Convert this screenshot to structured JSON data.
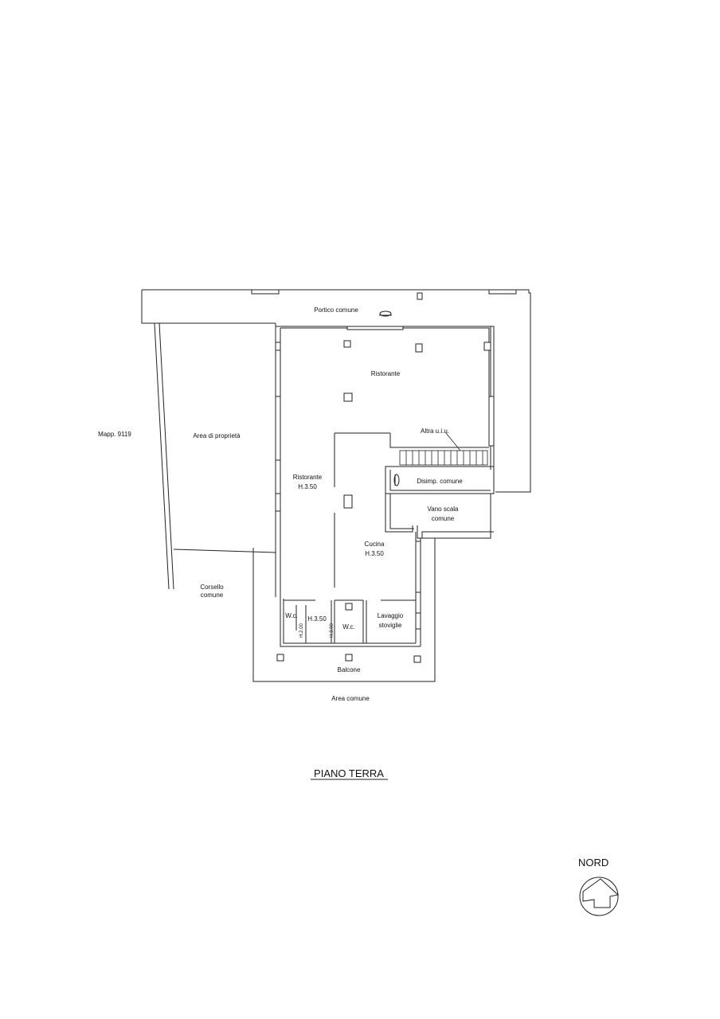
{
  "labels": {
    "portico": "Portico comune",
    "ristorante_top": "Ristorante",
    "mapp": "Mapp. 9119",
    "area_proprieta": "Area di proprietà",
    "altra_uiu": "Altra u.i.u.",
    "disimp": "Disimp. comune",
    "ristorante_left": "Ristorante",
    "h350_left": "H.3.50",
    "vano_scala_1": "Vano scala",
    "vano_scala_2": "comune",
    "cucina": "Cucina",
    "h350_cucina": "H.3.50",
    "corsello_1": "Corsello",
    "corsello_2": "comune",
    "wc_left": "W.c.",
    "h350_wc": "H.3.50",
    "wc_right": "W.c.",
    "h200": "H.2.00",
    "h300": "H.3.00",
    "lavaggio_1": "Lavaggio",
    "lavaggio_2": "stoviglie",
    "balcone": "Balcone",
    "area_comune": "Area comune"
  },
  "title": "PIANO TERRA",
  "north": "NORD"
}
